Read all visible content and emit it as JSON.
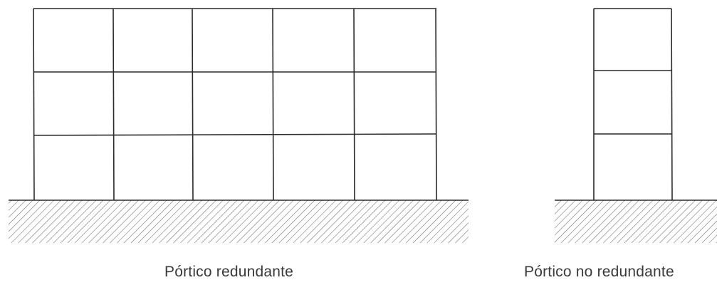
{
  "figure": {
    "frames": [
      {
        "caption": "Pórtico redundante",
        "bays": 5,
        "stories": 3
      },
      {
        "caption": "Pórtico no redundante",
        "bays": 1,
        "stories": 3
      }
    ],
    "colors": {
      "line": "#2a2a2a",
      "ground_hatch": "#555555",
      "caption": "#3a3a3a"
    }
  }
}
